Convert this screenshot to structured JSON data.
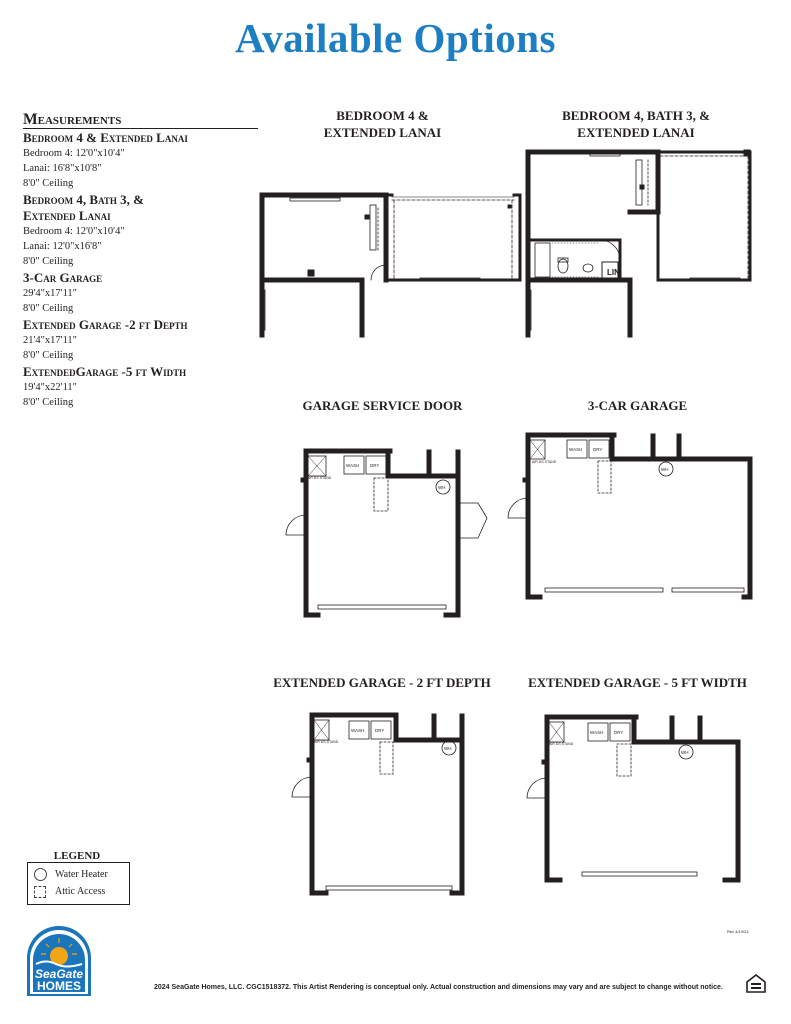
{
  "title": "Available Options",
  "measurements": {
    "heading": "Measurements",
    "items": [
      {
        "title": "Bedroom 4 & Extended Lanai",
        "lines": [
          "Bedroom 4: 12'0\"x10'4\"",
          "Lanai: 16'8\"x10'8\"",
          "8'0\" Ceiling"
        ]
      },
      {
        "title": "Bedroom 4, Bath 3, & Extended Lanai",
        "lines": [
          "Bedroom 4: 12'0\"x10'4\"",
          "Lanai: 12'0\"x16'8\"",
          "8'0\" Ceiling"
        ]
      },
      {
        "title": "3-Car Garage",
        "lines": [
          "29'4\"x17'11\"",
          "8'0\" Ceiling"
        ]
      },
      {
        "title": "Extended Garage -2 ft Depth",
        "lines": [
          "21'4\"x17'11\"",
          "8'0\" Ceiling"
        ]
      },
      {
        "title": "ExtendedGarage -5 ft Width",
        "lines": [
          "19'4\"x22'11\"",
          "8'0\" Ceiling"
        ]
      }
    ]
  },
  "plans": {
    "bed4_lanai": {
      "title_l1": "Bedroom 4 &",
      "title_l2": "Extended Lanai"
    },
    "bed4_bath3": {
      "title_l1": "Bedroom 4, Bath 3, &",
      "title_l2": "Extended Lanai",
      "lin_label": "LIN"
    },
    "service_door": {
      "title": "Garage Service Door"
    },
    "three_car": {
      "title": "3-Car Garage"
    },
    "ext_depth": {
      "title": "Extended Garage - 2 ft Depth"
    },
    "ext_width": {
      "title": "Extended Garage - 5 ft Width"
    },
    "appliance": {
      "wash": "WASH",
      "dry": "DRY",
      "wh": "WH",
      "air": "AIR DS STAND"
    }
  },
  "legend": {
    "title": "Legend",
    "water_heater": "Water Heater",
    "attic_access": "Attic Access"
  },
  "logo": {
    "line1": "SeaGate",
    "line2": "HOMES"
  },
  "footer": "2024 SeaGate Homes, LLC. CGC1518372.  This Artist Rendering is conceptual only. Actual construction and dimensions may vary and are subject to change without notice.",
  "rev": "Rev 4/19/24",
  "colors": {
    "title_blue": "#1d7fc1",
    "wall": "#231f20",
    "logo_blue": "#1b75bb",
    "logo_sun": "#f2a516"
  }
}
